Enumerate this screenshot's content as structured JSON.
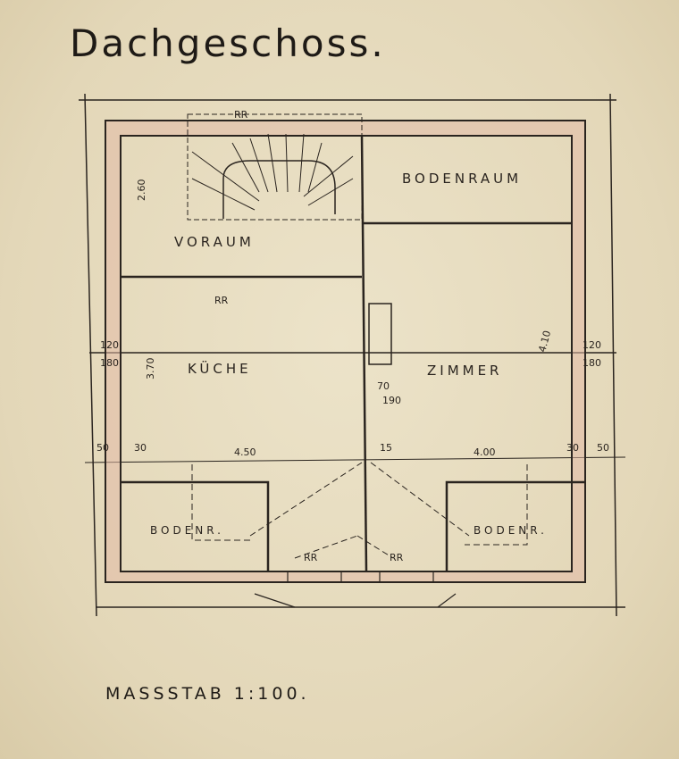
{
  "title": "Dachgeschoss.",
  "scale": "MASSSTAB 1:100.",
  "rooms": {
    "voraum": "VORAUM",
    "bodenraum": "BODENRAUM",
    "kueche": "KÜCHE",
    "zimmer": "ZIMMER",
    "bodenr_left": "BODENR.",
    "bodenr_right": "BODENR."
  },
  "dimensions": {
    "d_stair_top": "RR",
    "d_voraum_door": "RR",
    "d_260": "2.60",
    "d_120_left": "120",
    "d_180_left": "180",
    "d_120_right": "120",
    "d_180_right": "180",
    "d_70": "70",
    "d_190": "190",
    "d_450": "4.50",
    "d_400": "4.00",
    "d_50_left": "50",
    "d_30_left": "30",
    "d_30_right": "30",
    "d_50_right": "50",
    "d_15": "15",
    "d_410": "4.10",
    "d_370": "3.70",
    "d_rr_bottom_left": "RR",
    "d_rr_bottom_right": "RR"
  },
  "colors": {
    "ink": "#2a241f",
    "wall_fill": "#e2b9a6",
    "paper": "#e8dcc0"
  }
}
